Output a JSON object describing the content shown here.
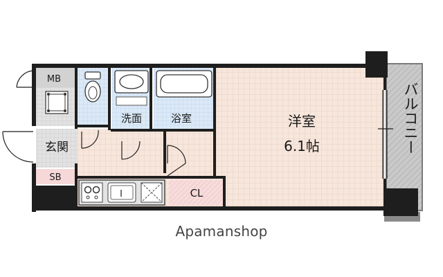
{
  "labels": {
    "mb": "MB",
    "sb": "SB",
    "genkan": "玄関",
    "senmen": "洗面",
    "yokushitsu": "浴室",
    "cl": "CL",
    "youshitsu": "洋室",
    "youshitsu_size": "6.1帖",
    "balcony": "バルコニー"
  },
  "brand": "Apamanshop",
  "colors": {
    "wall": "#1e1e1e",
    "floor": "#f7e6dc",
    "bath": "#d9e8f6",
    "entry": "#dcdcdc",
    "balcony": "#c8c8c8",
    "storage": "#f6d8d8",
    "fixture": "#ffffff"
  }
}
